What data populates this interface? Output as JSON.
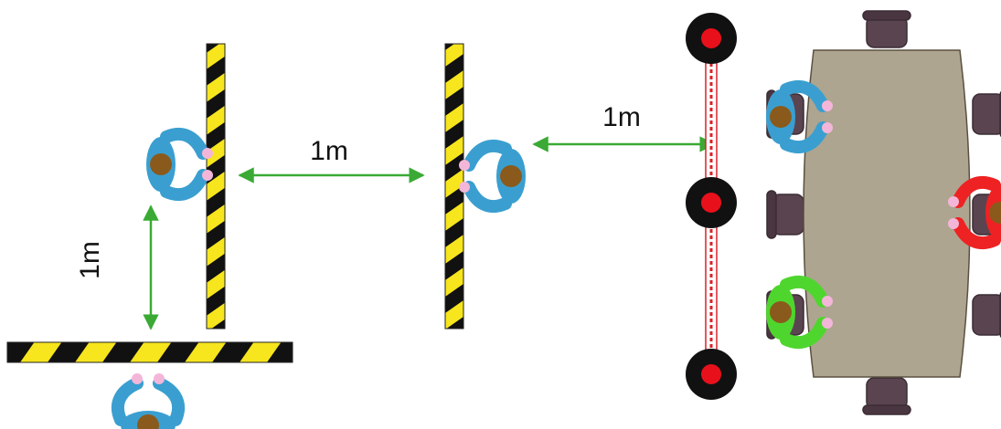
{
  "colors": {
    "stripe_yellow": "#f7e51d",
    "stripe_black": "#111111",
    "arrow_green": "#3aaa35",
    "person_blue": "#3a9fd0",
    "person_red": "#ee2222",
    "person_green": "#4fd62e",
    "hair_brown": "#8a5a1c",
    "hand_pink": "#f4b6d8",
    "table_fill": "#ada590",
    "chair_fill": "#5a4450",
    "stanchion_red": "#e8101a",
    "rope_red": "#d8222a"
  },
  "labels": {
    "dist_left_horizontal": "1m",
    "dist_left_vertical": "1m",
    "dist_right": "1m"
  }
}
